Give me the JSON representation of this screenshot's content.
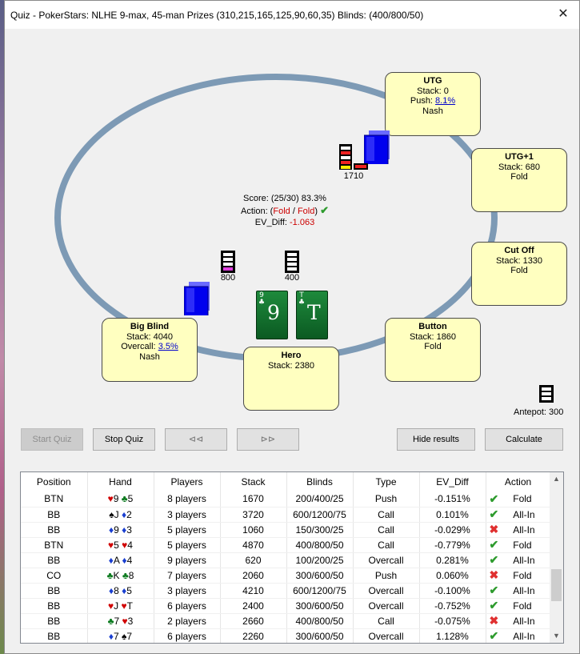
{
  "window": {
    "title": "Quiz - PokerStars: NLHE 9-max, 45-man Prizes (310,215,165,125,90,60,35) Blinds: (400/800/50)",
    "close_glyph": "✕"
  },
  "seats": [
    {
      "id": "utg",
      "name": "UTG",
      "line1": "Stack: 0",
      "line2_prefix": "Push: ",
      "line2_link": "8.1%",
      "line3": "Nash"
    },
    {
      "id": "utg1",
      "name": "UTG+1",
      "line1": "Stack: 680",
      "line3": "Fold"
    },
    {
      "id": "cutoff",
      "name": "Cut Off",
      "line1": "Stack: 1330",
      "line3": "Fold"
    },
    {
      "id": "button",
      "name": "Button",
      "line1": "Stack: 1860",
      "line3": "Fold"
    },
    {
      "id": "hero",
      "name": "Hero",
      "line1": "Stack: 2380"
    },
    {
      "id": "bigblind",
      "name": "Big Blind",
      "line1": "Stack: 4040",
      "line2_prefix": "Overcall: ",
      "line2_link": "3.5%",
      "line3": "Nash"
    }
  ],
  "chips": {
    "utg_bet": "1710",
    "bb_bet": "800",
    "hero_bet": "400",
    "antepot": "Antepot: 300"
  },
  "info": {
    "score": "Score: (25/30) 83.3%",
    "action_prefix": "Action: (",
    "action_a": "Fold",
    "action_sep": " / ",
    "action_b": "Fold",
    "action_suffix": ")",
    "ev_label": "EV_Diff: ",
    "ev_value": "-1.063",
    "check_icon": "✔"
  },
  "hero_cards": [
    {
      "rank": "9",
      "suit": "♣"
    },
    {
      "rank": "T",
      "suit": "♣"
    }
  ],
  "buttons": {
    "start": "Start Quiz",
    "stop": "Stop Quiz",
    "prev": "⊲⊲",
    "next": "⊳⊳",
    "hide": "Hide results",
    "calc": "Calculate"
  },
  "colors": {
    "table_rim": "#7d9ab5",
    "seat_bg": "#ffffc0",
    "card_green": "#0b5a22",
    "ok_green": "#2e9b2e",
    "bad_red": "#e03030"
  },
  "results": {
    "columns": [
      "Position",
      "Hand",
      "Players",
      "Stack",
      "Blinds",
      "Type",
      "EV_Diff",
      "Action"
    ],
    "rows": [
      {
        "pos": "BTN",
        "hand": [
          {
            "s": "♥",
            "r": "9",
            "c": "hr"
          },
          {
            "s": "♣",
            "r": "5",
            "c": "hc"
          }
        ],
        "players": "8 players",
        "stack": "1670",
        "blinds": "200/400/25",
        "type": "Push",
        "ev": "-0.151%",
        "ok": true,
        "action": "Fold"
      },
      {
        "pos": "BB",
        "hand": [
          {
            "s": "♠",
            "r": "J",
            "c": "hb"
          },
          {
            "s": "♦",
            "r": "2",
            "c": "hd"
          }
        ],
        "players": "3 players",
        "stack": "3720",
        "blinds": "600/1200/75",
        "type": "Call",
        "ev": "0.101%",
        "ok": true,
        "action": "All-In"
      },
      {
        "pos": "BB",
        "hand": [
          {
            "s": "♦",
            "r": "9",
            "c": "hd"
          },
          {
            "s": "♦",
            "r": "3",
            "c": "hd"
          }
        ],
        "players": "5 players",
        "stack": "1060",
        "blinds": "150/300/25",
        "type": "Call",
        "ev": "-0.029%",
        "ok": false,
        "action": "All-In"
      },
      {
        "pos": "BTN",
        "hand": [
          {
            "s": "♥",
            "r": "5",
            "c": "hr"
          },
          {
            "s": "♥",
            "r": "4",
            "c": "hr"
          }
        ],
        "players": "5 players",
        "stack": "4870",
        "blinds": "400/800/50",
        "type": "Call",
        "ev": "-0.779%",
        "ok": true,
        "action": "Fold"
      },
      {
        "pos": "BB",
        "hand": [
          {
            "s": "♦",
            "r": "A",
            "c": "hd"
          },
          {
            "s": "♦",
            "r": "4",
            "c": "hd"
          }
        ],
        "players": "9 players",
        "stack": "620",
        "blinds": "100/200/25",
        "type": "Overcall",
        "ev": "0.281%",
        "ok": true,
        "action": "All-In"
      },
      {
        "pos": "CO",
        "hand": [
          {
            "s": "♣",
            "r": "K",
            "c": "hc"
          },
          {
            "s": "♣",
            "r": "8",
            "c": "hc"
          }
        ],
        "players": "7 players",
        "stack": "2060",
        "blinds": "300/600/50",
        "type": "Push",
        "ev": "0.060%",
        "ok": false,
        "action": "Fold"
      },
      {
        "pos": "BB",
        "hand": [
          {
            "s": "♦",
            "r": "8",
            "c": "hd"
          },
          {
            "s": "♦",
            "r": "5",
            "c": "hd"
          }
        ],
        "players": "3 players",
        "stack": "4210",
        "blinds": "600/1200/75",
        "type": "Overcall",
        "ev": "-0.100%",
        "ok": true,
        "action": "All-In"
      },
      {
        "pos": "BB",
        "hand": [
          {
            "s": "♥",
            "r": "J",
            "c": "hr"
          },
          {
            "s": "♥",
            "r": "T",
            "c": "hr"
          }
        ],
        "players": "6 players",
        "stack": "2400",
        "blinds": "300/600/50",
        "type": "Overcall",
        "ev": "-0.752%",
        "ok": true,
        "action": "Fold"
      },
      {
        "pos": "BB",
        "hand": [
          {
            "s": "♣",
            "r": "7",
            "c": "hc"
          },
          {
            "s": "♥",
            "r": "3",
            "c": "hr"
          }
        ],
        "players": "2 players",
        "stack": "2660",
        "blinds": "400/800/50",
        "type": "Call",
        "ev": "-0.075%",
        "ok": false,
        "action": "All-In"
      },
      {
        "pos": "BB",
        "hand": [
          {
            "s": "♦",
            "r": "7",
            "c": "hd"
          },
          {
            "s": "♠",
            "r": "7",
            "c": "hb"
          }
        ],
        "players": "6 players",
        "stack": "2260",
        "blinds": "300/600/50",
        "type": "Overcall",
        "ev": "1.128%",
        "ok": true,
        "action": "All-In"
      }
    ],
    "check_icon": "✔",
    "cross_icon": "✖"
  },
  "scroll": {
    "up": "▲",
    "down": "▼"
  }
}
